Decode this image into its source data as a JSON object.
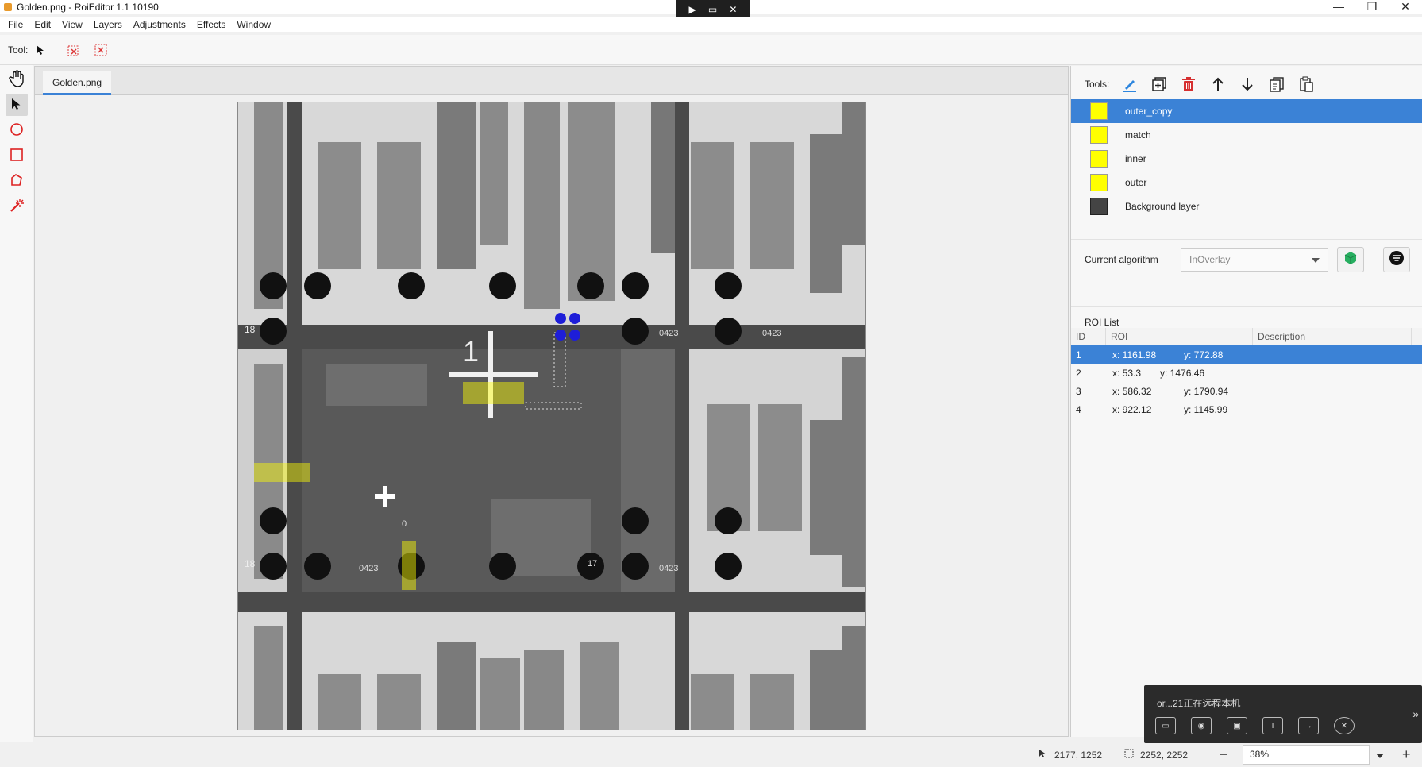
{
  "window": {
    "title": "Golden.png - RoiEditor 1.1 10190",
    "controls": {
      "minimize": "—",
      "maximize": "❐",
      "close": "✕"
    }
  },
  "remote_bar": {
    "icons": [
      "▶",
      "▭",
      "✕"
    ]
  },
  "menu": {
    "items": [
      "File",
      "Edit",
      "View",
      "Layers",
      "Adjustments",
      "Effects",
      "Window"
    ]
  },
  "toolbar": {
    "tool_label": "Tool:"
  },
  "document": {
    "tab": "Golden.png"
  },
  "right_panel": {
    "tools_label": "Tools:",
    "layers": [
      {
        "name": "outer_copy",
        "selected": true
      },
      {
        "name": "match",
        "selected": false
      },
      {
        "name": "inner",
        "selected": false
      },
      {
        "name": "outer",
        "selected": false
      },
      {
        "name": "Background layer",
        "selected": false
      }
    ],
    "algorithm_label": "Current algorithm",
    "algorithm_value": "InOverlay",
    "roi_list_title": "ROI List",
    "roi_columns": {
      "id": "ID",
      "roi": "ROI",
      "description": "Description"
    },
    "roi_rows": [
      {
        "id": "1",
        "x": "x: 1161.98",
        "y": "y: 772.88",
        "selected": true
      },
      {
        "id": "2",
        "x": "x: 53.3",
        "y": "y: 1476.46",
        "selected": false
      },
      {
        "id": "3",
        "x": "x: 586.32",
        "y": "y: 1790.94",
        "selected": false
      },
      {
        "id": "4",
        "x": "x: 922.12",
        "y": "y: 1145.99",
        "selected": false
      }
    ]
  },
  "status": {
    "cursor_pos": "2177, 1252",
    "image_size": "2252, 2252",
    "zoom": "38%"
  },
  "remote_popup": {
    "message": "or...21正在远程本机"
  },
  "image_labels": {
    "l1": "18",
    "l2": "18",
    "l3": "0423",
    "l4": "0423",
    "l5": "0423",
    "l6": "0423",
    "l7": "1",
    "l8": "17",
    "l9": "0"
  },
  "colors": {
    "accent": "#3b82d6",
    "roi_fill": "#ffff00",
    "marker": "#1e1ed8"
  }
}
